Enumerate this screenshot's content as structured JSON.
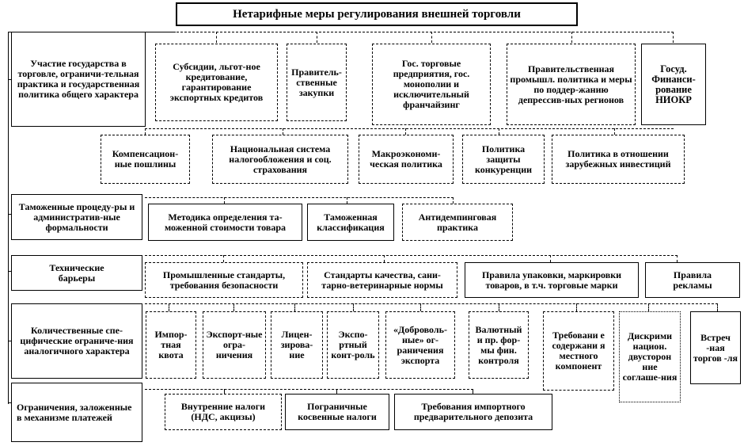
{
  "title": "Нетарифные меры регулирования внешней торговли",
  "categories": {
    "c1": "Участие государства в торговле, ограничи-тельная практика и государственная политика общего характера",
    "c2": "Таможенные процеду-ры и административ-ные формальности",
    "c3": "Технические барьеры",
    "c4": "Количественные спе-цифические ограниче-ния аналогичного характера",
    "c5": "Ограничения, заложенные в механизме платежей"
  },
  "g1_row1": {
    "a": "Субсидии, льгот-ное кредитование, гарантирование экспортных кредитов",
    "b": "Правитель-ственные закупки",
    "c": "Гос. торговые предприятия, гос. монополии и исключительный франчайзинг",
    "d": "Правительственная промышл. политика и меры по поддер-жанию депрессив-ных регионов",
    "e": "Госуд. Финанси-рование НИОКР"
  },
  "g1_row2": {
    "a": "Компенсацион-ные пошлины",
    "b": "Национальная система налогообложения и соц. страхования",
    "c": "Макроэкономи-ческая политика",
    "d": "Политика защиты конкуренции",
    "e": "Политика в отношении зарубежных инвестиций"
  },
  "g2": {
    "a": "Методика определения та-моженной стоимости товара",
    "b": "Таможенная классификация",
    "c": "Антидемпинговая практика"
  },
  "g3": {
    "a": "Промышленные стандарты, требования безопасности",
    "b": "Стандарты качества, сани-тарно-ветеринарные нормы",
    "c": "Правила упаковки, маркировки товаров, в т.ч. торговые марки",
    "d": "Правила рекламы"
  },
  "g4": {
    "a": "Импор-тная квота",
    "b": "Экспорт-ные огра-ничения",
    "c": "Лицен-зирова-ние",
    "d": "Экспо-ртный конт-роль",
    "e": "«Доброволь-ные» ог-раничения экспорта",
    "f": "Валютный и пр. фор-мы фин. контроля",
    "g": "Требовани е содержани я местного компонент",
    "h": "Дискрими национ. двусторон ние соглаше-ния",
    "i": "Встреч -ная торгов -ля"
  },
  "g5": {
    "a": "Внутренние налоги (НДС, акцизы)",
    "b": "Пограничные косвенные налоги",
    "c": "Требования импортного предварительного депозита"
  }
}
